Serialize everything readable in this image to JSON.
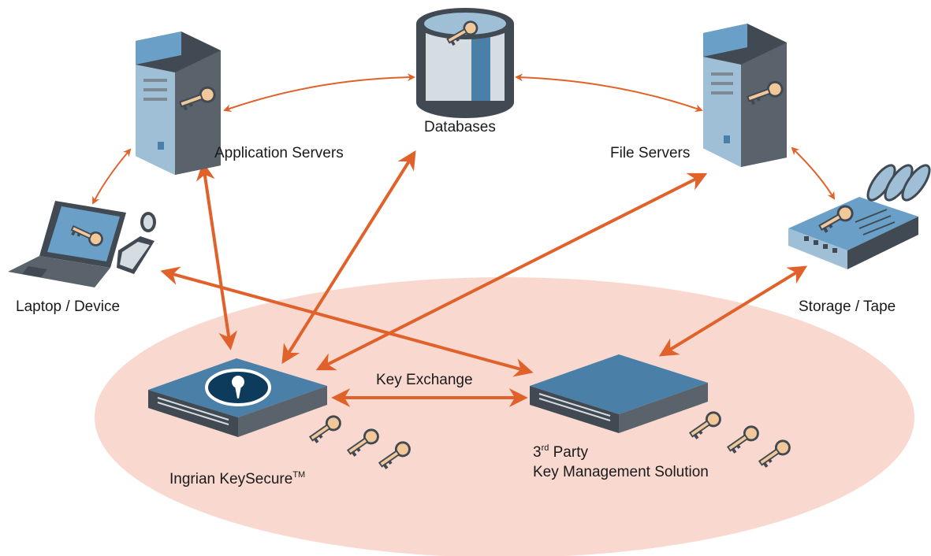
{
  "nodes": {
    "application_servers": {
      "label": "Application Servers"
    },
    "databases": {
      "label": "Databases"
    },
    "file_servers": {
      "label": "File Servers"
    },
    "laptop_device": {
      "label": "Laptop / Device"
    },
    "storage_tape": {
      "label": "Storage / Tape"
    },
    "keysecure": {
      "label": "Ingrian KeySecure",
      "trademark": "TM"
    },
    "third_party": {
      "label_prefix": "3",
      "label_superscript": "rd",
      "label_line1_rest": " Party",
      "label_line2": "Key Management Solution"
    }
  },
  "edges": {
    "key_exchange": {
      "label": "Key Exchange"
    }
  },
  "colors": {
    "arrow": "#e0622a",
    "zone": "#f8d8cf",
    "device_blue": "#4a7fa8",
    "device_dark": "#414a52",
    "key_gold": "#f2c79a"
  }
}
